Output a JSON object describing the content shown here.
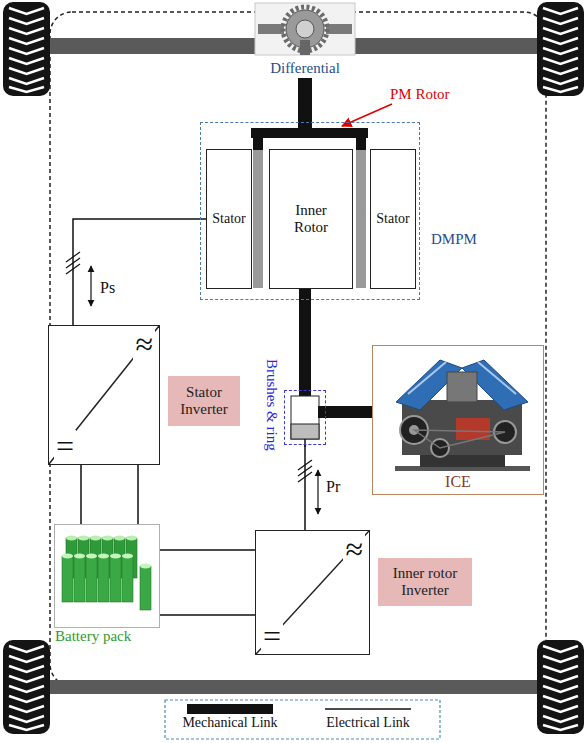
{
  "diagram": {
    "nodes": [
      {
        "text": [
          "Differential"
        ]
      },
      {
        "text": [
          "DMPM"
        ]
      },
      {
        "text": [
          "Stator"
        ],
        "in": 1
      },
      {
        "text": [
          "Inner Rotor"
        ],
        "in": 1
      },
      {
        "text": [
          "Stator"
        ],
        "in": 1
      },
      {
        "text": [
          "=",
          "≈"
        ]
      },
      {
        "text": [
          "Stator Inverter"
        ]
      },
      {
        "text": [
          "Brushes & ring"
        ]
      },
      {
        "text": [
          "ICE"
        ]
      },
      {
        "text": [
          "Battery pack"
        ]
      },
      {
        "text": [
          "=",
          "≈"
        ]
      },
      {
        "text": [
          "Inner rotor Inverter"
        ]
      }
    ],
    "edges": [
      {
        "from": 0,
        "to": 1,
        "arrow": "none"
      },
      {
        "from": 2,
        "to": 5,
        "label": "Ps",
        "arrow": "none"
      },
      {
        "from": 3,
        "to": 7,
        "arrow": "none"
      },
      {
        "from": 8,
        "to": 7,
        "arrow": "none"
      },
      {
        "from": 7,
        "to": 10,
        "label": "Pr",
        "arrow": "none"
      },
      {
        "from": 5,
        "to": 9,
        "arrow": "none"
      },
      {
        "from": 9,
        "to": 10,
        "arrow": "none"
      }
    ],
    "labels": [
      "PM Rotor"
    ],
    "legend": [
      {
        "text": "Mechanical Link"
      },
      {
        "text": "Electrical Link"
      }
    ]
  }
}
